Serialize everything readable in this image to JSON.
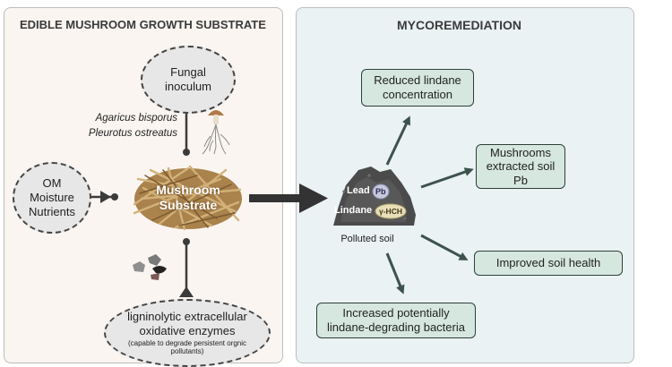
{
  "left_panel": {
    "title": "EDIBLE MUSHROOM GROWTH SUBSTRATE",
    "inoculum_label": "Fungal inoculum",
    "species": [
      "Agaricus bisporus",
      "Pleurotus ostreatus"
    ],
    "substrate_label": "Mushroom Substrate",
    "om_label": "OM Moisture Nutrients",
    "enzymes_label": "ligninolytic extracellular oxidative enzymes",
    "enzymes_note": "(capable to degrade persistent orgnic pollutants)"
  },
  "right_panel": {
    "title": "MYCOREMEDIATION",
    "soil_lead": "Lead",
    "soil_pb": "Pb",
    "soil_lindane": "Lindane",
    "soil_hch": "γ-HCH",
    "soil_label": "Polluted soil",
    "outcomes": {
      "lindane": "Reduced lindane concentration",
      "pb": "Mushrooms extracted soil Pb",
      "health": "Improved soil health",
      "bacteria": "Increased potentially lindane-degrading bacteria"
    }
  },
  "colors": {
    "left_bg": "#faf5f1",
    "right_bg": "#eaf2f3",
    "box_fill": "#d6e7df",
    "arrow": "#3e524c",
    "substrate": "#b8935c"
  }
}
